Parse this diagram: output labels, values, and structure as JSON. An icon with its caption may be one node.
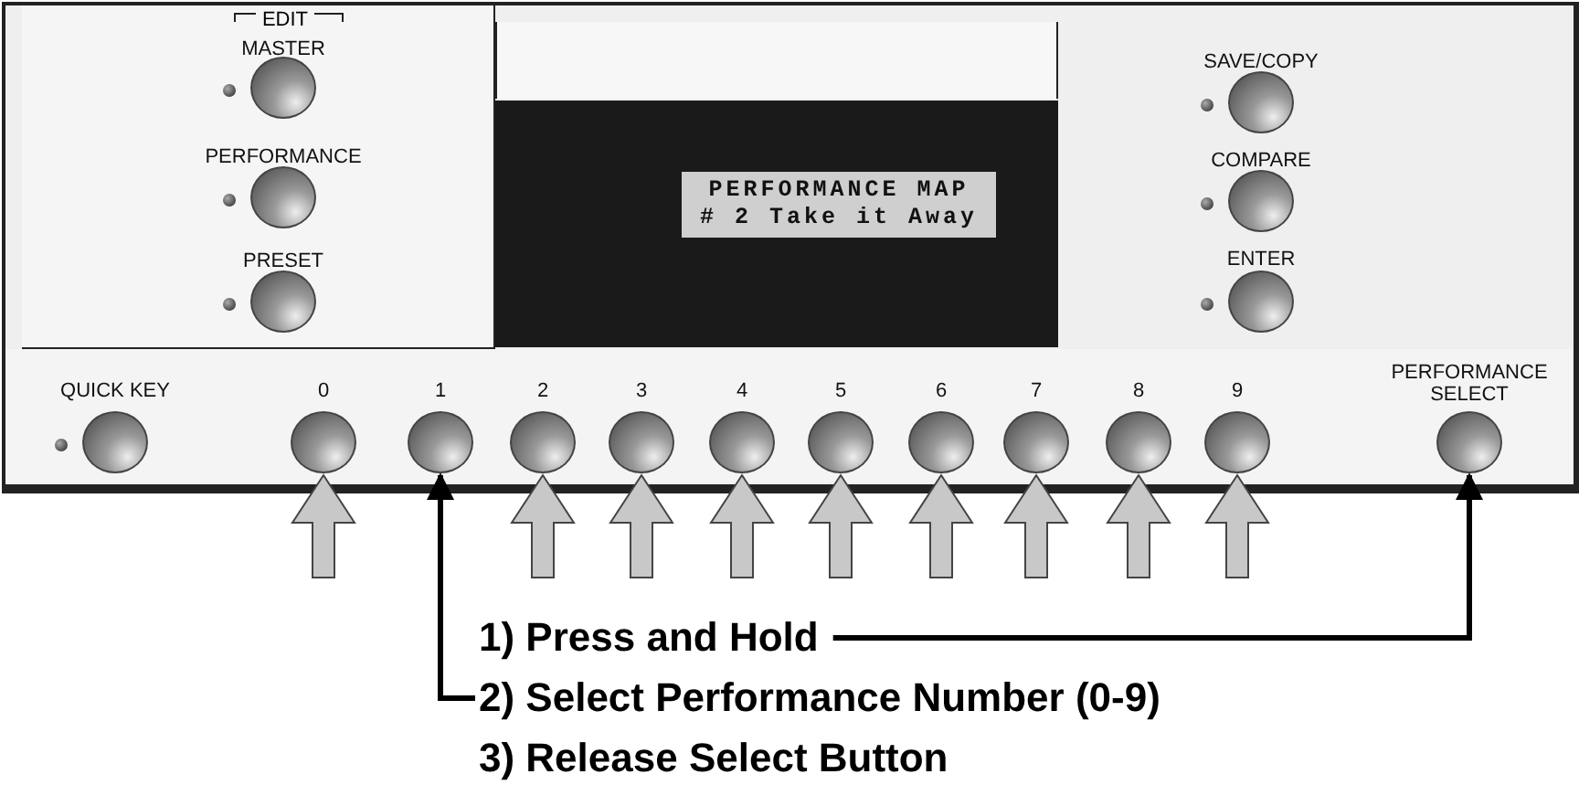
{
  "diagram": {
    "nodes": [
      {
        "text": [
          "MASTER"
        ]
      },
      {
        "text": [
          "PERFORMANCE"
        ]
      },
      {
        "text": [
          "PRESET"
        ]
      },
      {
        "text": [
          "PERFORMANCE MAP",
          "# 2 Take it Away"
        ]
      },
      {
        "text": [
          "SAVE/COPY"
        ]
      },
      {
        "text": [
          "COMPARE"
        ]
      },
      {
        "text": [
          "ENTER"
        ]
      },
      {
        "text": [
          "QUICK KEY"
        ]
      },
      {
        "text": [
          "0"
        ]
      },
      {
        "text": [
          "1"
        ]
      },
      {
        "text": [
          "2"
        ]
      },
      {
        "text": [
          "3"
        ]
      },
      {
        "text": [
          "4"
        ]
      },
      {
        "text": [
          "5"
        ]
      },
      {
        "text": [
          "6"
        ]
      },
      {
        "text": [
          "7"
        ]
      },
      {
        "text": [
          "8"
        ]
      },
      {
        "text": [
          "9"
        ]
      },
      {
        "text": [
          "PERFORMANCE SELECT"
        ]
      },
      {
        "text": [
          "1) Press and Hold"
        ]
      },
      {
        "text": [
          "2) Select Performance Number (0-9)"
        ]
      }
    ],
    "edges": [
      {
        "from": null,
        "to": 8,
        "arrow": "to",
        "color": "#c8c8c8"
      },
      {
        "from": 20,
        "to": 9,
        "arrow": "to"
      },
      {
        "from": null,
        "to": 10,
        "arrow": "to",
        "color": "#c8c8c8"
      },
      {
        "from": null,
        "to": 11,
        "arrow": "to",
        "color": "#c8c8c8"
      },
      {
        "from": null,
        "to": 12,
        "arrow": "to",
        "color": "#c8c8c8"
      },
      {
        "from": null,
        "to": 13,
        "arrow": "to",
        "color": "#c8c8c8"
      },
      {
        "from": null,
        "to": 14,
        "arrow": "to",
        "color": "#c8c8c8"
      },
      {
        "from": null,
        "to": 15,
        "arrow": "to",
        "color": "#c8c8c8"
      },
      {
        "from": null,
        "to": 16,
        "arrow": "to",
        "color": "#c8c8c8"
      },
      {
        "from": null,
        "to": 17,
        "arrow": "to",
        "color": "#c8c8c8"
      },
      {
        "from": 19,
        "to": 18,
        "arrow": "to"
      }
    ],
    "labels": [
      "EDIT",
      "3) Release Select Button"
    ]
  }
}
